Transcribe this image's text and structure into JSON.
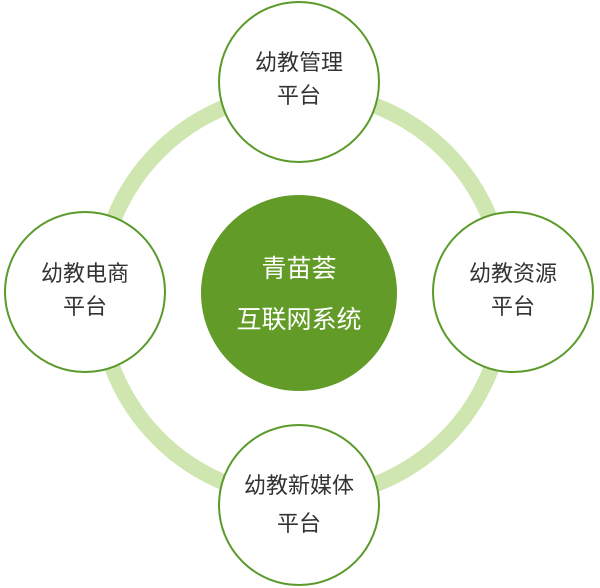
{
  "colors": {
    "ring": "#cfe6b1",
    "node_border": "#5a9a2a",
    "node_fill": "#ffffff",
    "center_fill": "#629b27",
    "outer_text": "#333333",
    "center_text": "#ffffff"
  },
  "center": {
    "line1": "青苗荟",
    "line2": "互联网系统"
  },
  "nodes": {
    "top": {
      "line1": "幼教管理",
      "line2": "平台"
    },
    "right": {
      "line1": "幼教资源",
      "line2": "平台"
    },
    "bottom": {
      "line1": "幼教新媒体",
      "line2": "平台"
    },
    "left": {
      "line1": "幼教电商",
      "line2": "平台"
    }
  }
}
